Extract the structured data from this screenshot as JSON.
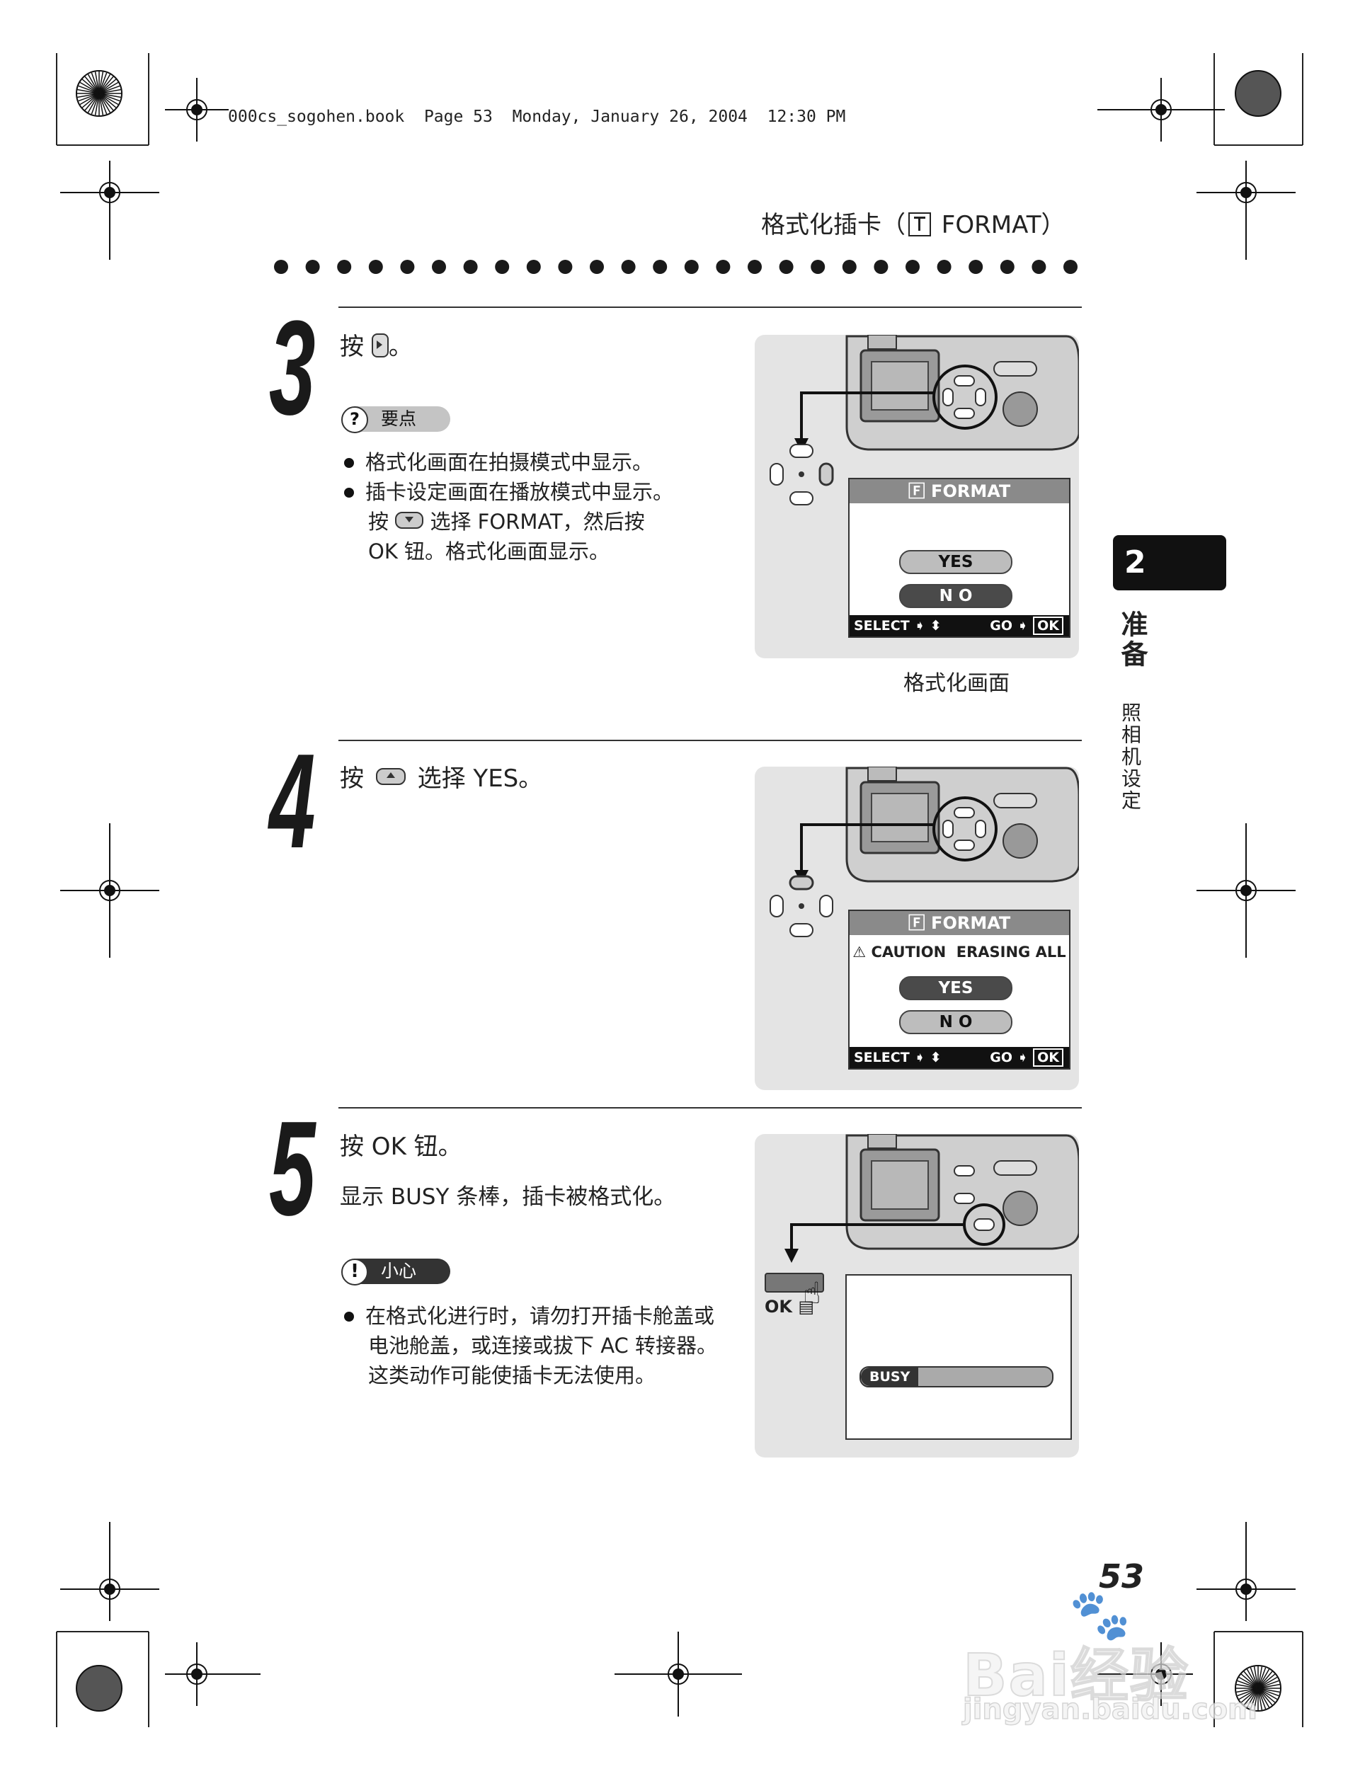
{
  "header": {
    "print_info": "000cs_sogohen.book  Page 53  Monday, January 26, 2004  12:30 PM",
    "section_title_pre": "格式化插卡（",
    "section_title_post": " FORMAT）"
  },
  "side_tab": {
    "number": "2",
    "chapter": "准备",
    "subchapter": "照相机设定"
  },
  "steps": [
    {
      "number": "3",
      "instruction_pre": "按",
      "instruction_post": "。",
      "note_label": "要点",
      "bullets": [
        "格式化画面在拍摄模式中显示。",
        "插卡设定画面在播放模式中显示。"
      ],
      "continuation_pre": "按",
      "continuation_post": "选择 FORMAT，然后按",
      "continuation_line2": "OK 钮。格式化画面显示。",
      "screen": {
        "title": "FORMAT",
        "yes": "YES",
        "no": "N O",
        "footer_left": "SELECT",
        "footer_right": "GO",
        "ok": "OK"
      },
      "caption": "格式化画面"
    },
    {
      "number": "4",
      "instruction_pre": "按",
      "instruction_post": "选择 YES。",
      "screen": {
        "title": "FORMAT",
        "caution": "CAUTION  ERASING ALL",
        "yes": "YES",
        "no": "N O",
        "footer_left": "SELECT",
        "footer_right": "GO",
        "ok": "OK"
      }
    },
    {
      "number": "5",
      "instruction": "按 OK 钮。",
      "subtext": "显示 BUSY 条棒，插卡被格式化。",
      "note_label": "小心",
      "bullet_lines": [
        "在格式化进行时，请勿打开插卡舱盖或",
        "电池舱盖，或连接或拔下 AC 转接器。",
        "这类动作可能使插卡无法使用。"
      ],
      "button_label": "OK",
      "busy_label": "BUSY"
    }
  ],
  "page_number": "53",
  "watermark": {
    "line1": "Bai经验",
    "line2": "jingyan.baidu.com"
  }
}
